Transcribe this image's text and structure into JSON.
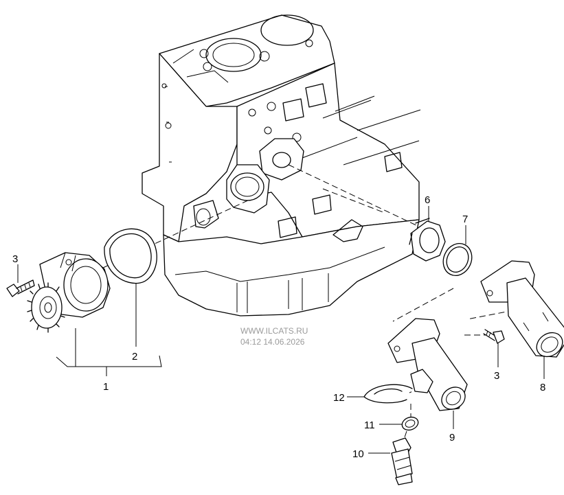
{
  "watermark": {
    "site": "WWW.ILCATS.RU",
    "stamp": "04:12 14.06.2026"
  },
  "callouts": [
    "1",
    "2",
    "3",
    "3",
    "6",
    "7",
    "8",
    "9",
    "10",
    "11",
    "12"
  ]
}
